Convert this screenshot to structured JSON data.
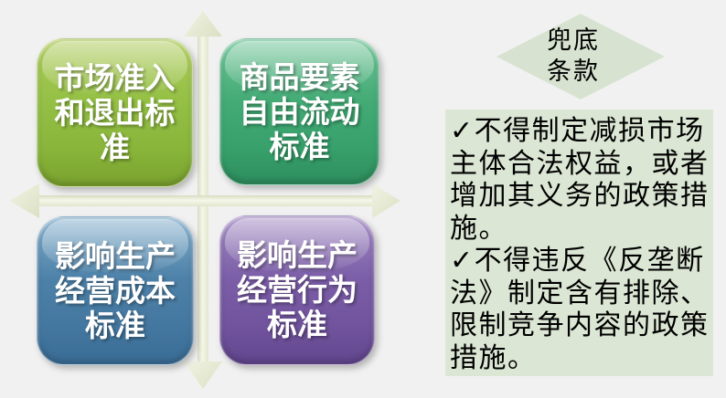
{
  "page": {
    "background_color": "#f1f1f1",
    "axis_color": "#e8ecd6"
  },
  "quadrant": {
    "boxes": [
      {
        "name": "market-entry-exit",
        "label": "市场准入和退出标准",
        "lines": [
          "市场准入",
          "和退出标",
          "准"
        ],
        "color": "#94c045"
      },
      {
        "name": "goods-factors-flow",
        "label": "商品要素自由流动标准",
        "lines": [
          "商品要素",
          "自由流动",
          "标准"
        ],
        "color": "#44ab76"
      },
      {
        "name": "production-cost",
        "label": "影响生产经营成本标准",
        "lines": [
          "影响生产",
          "经营成本",
          "标准"
        ],
        "color": "#4d81a8"
      },
      {
        "name": "production-behavior",
        "label": "影响生产经营行为标准",
        "lines": [
          "影响生产",
          "经营行为",
          "标准"
        ],
        "color": "#7b5ea7"
      }
    ],
    "text_color": "#ffffff"
  },
  "callout": {
    "diamond": {
      "label": "兜底条款",
      "lines": [
        "兜底",
        "条款"
      ],
      "color": "#d7e3d0"
    },
    "panel": {
      "color": "#dbe6d4",
      "bullets": [
        {
          "text": "✓不得制定减损市场主体合法权益，或者增加其义务的政策措施。",
          "lines": [
            "✓不得制定减损市场",
            "主体合法权益，或者",
            "增加其义务的政策措",
            "施。"
          ]
        },
        {
          "text": "✓不得违反《反垄断法》制定含有排除、限制竞争内容的政策措施。",
          "lines": [
            "✓不得违反《反垄断",
            "法》制定含有排除、",
            "限制竞争内容的政策",
            "措施。"
          ]
        }
      ]
    }
  }
}
